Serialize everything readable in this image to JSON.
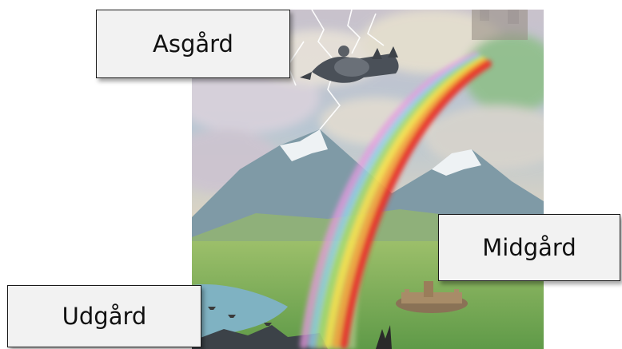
{
  "labels": {
    "asgard": "Asgård",
    "midgard": "Midgård",
    "udgard": "Udgård"
  },
  "colors": {
    "box_fill": "#f2f2f2",
    "box_border": "#1a1a1a",
    "rainbow": [
      "#e8342a",
      "#f2a43a",
      "#f4e04a",
      "#9fd86a",
      "#8fd0e8",
      "#e49be0"
    ]
  }
}
